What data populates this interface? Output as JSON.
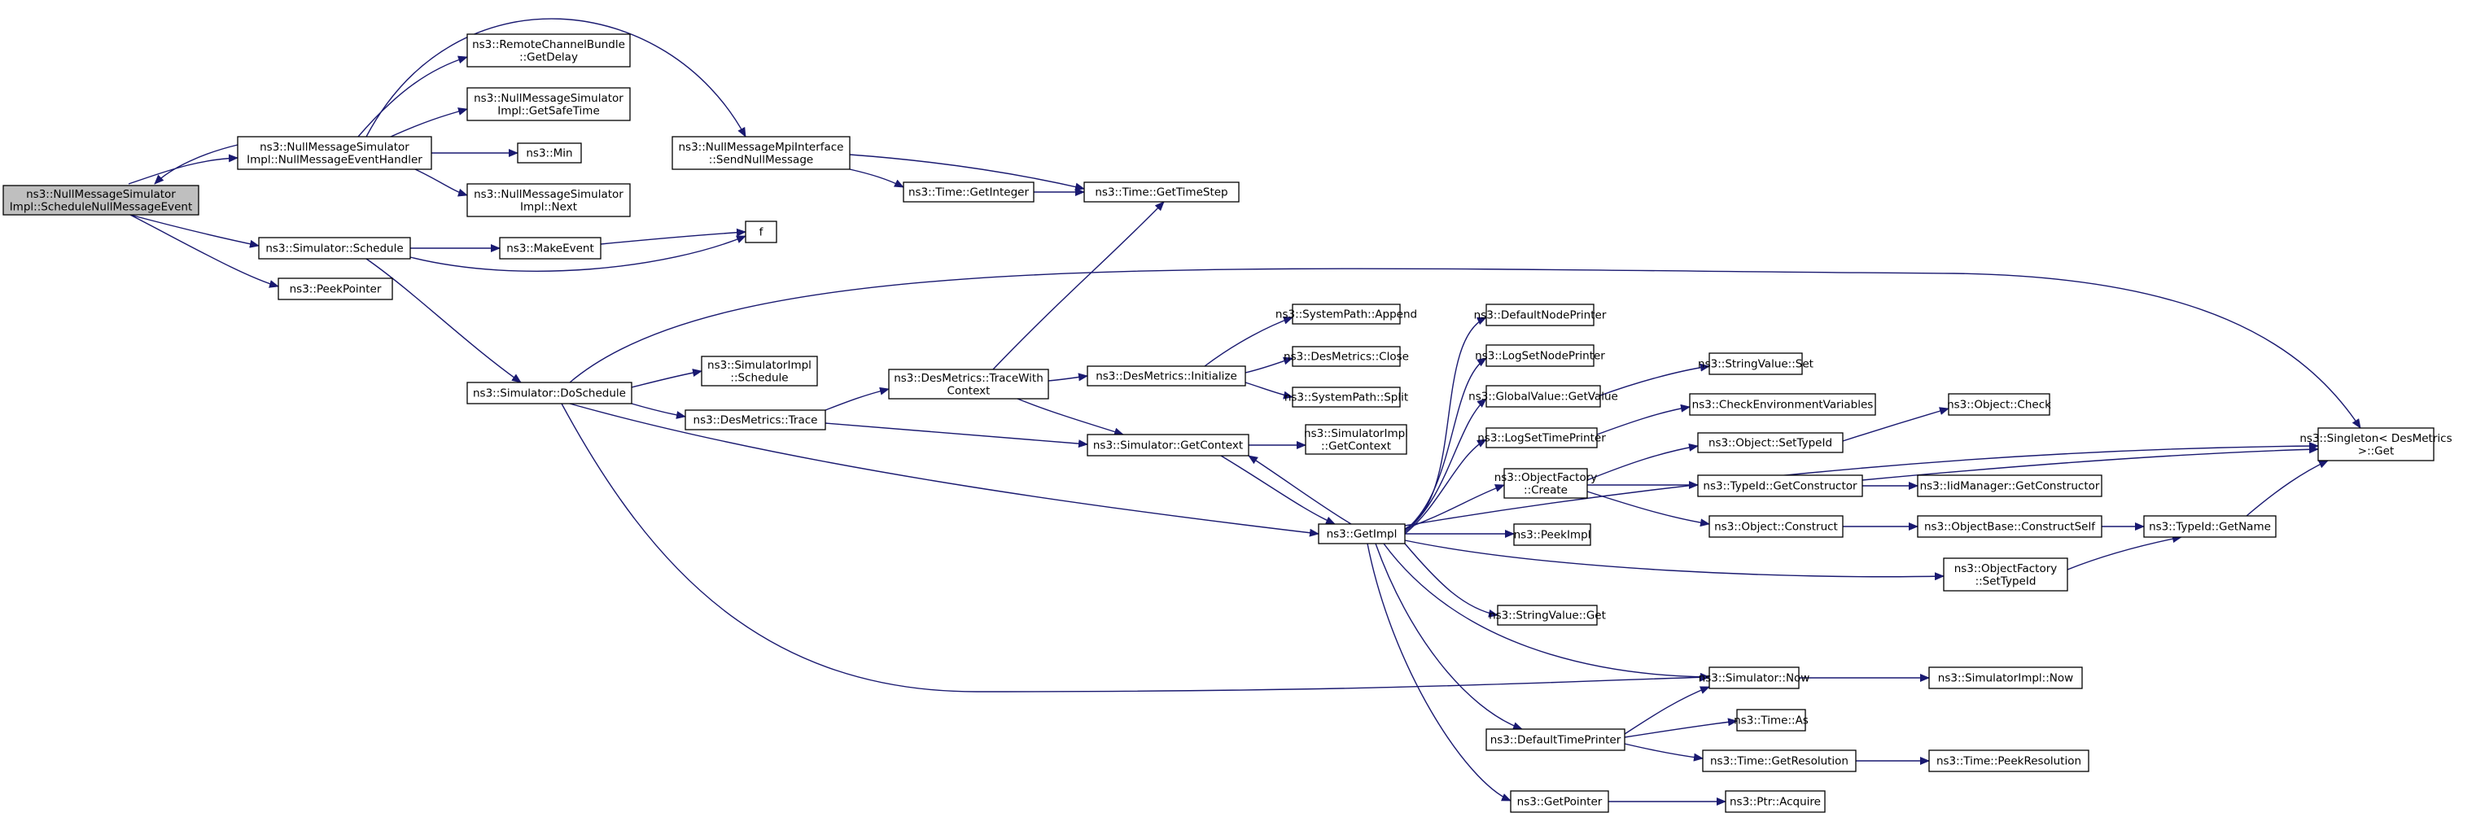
{
  "colors": {
    "edge": "#191970",
    "node_fill": "#ffffff",
    "root_fill": "#bfbfbf",
    "border_default": "#000000",
    "border_truncated": "#ff0000"
  },
  "nodes": [
    {
      "id": "root",
      "lines": [
        "ns3::NullMessageSimulator",
        "Impl::ScheduleNullMessageEvent"
      ],
      "root": true
    },
    {
      "id": "handler",
      "lines": [
        "ns3::NullMessageSimulator",
        "Impl::NullMessageEventHandler"
      ]
    },
    {
      "id": "getdelay",
      "lines": [
        "ns3::RemoteChannelBundle",
        "::GetDelay"
      ]
    },
    {
      "id": "getsafetime",
      "lines": [
        "ns3::NullMessageSimulator",
        "Impl::GetSafeTime"
      ]
    },
    {
      "id": "min",
      "lines": [
        "ns3::Min"
      ]
    },
    {
      "id": "next",
      "lines": [
        "ns3::NullMessageSimulator",
        "Impl::Next"
      ]
    },
    {
      "id": "sendnull",
      "lines": [
        "ns3::NullMessageMpiInterface",
        "::SendNullMessage"
      ]
    },
    {
      "id": "getinteger",
      "lines": [
        "ns3::Time::GetInteger"
      ]
    },
    {
      "id": "gettimestep",
      "lines": [
        "ns3::Time::GetTimeStep"
      ]
    },
    {
      "id": "schedule",
      "lines": [
        "ns3::Simulator::Schedule"
      ]
    },
    {
      "id": "makeevent",
      "lines": [
        "ns3::MakeEvent"
      ]
    },
    {
      "id": "f",
      "lines": [
        "f"
      ]
    },
    {
      "id": "peekpointer",
      "lines": [
        "ns3::PeekPointer"
      ]
    },
    {
      "id": "doschedule",
      "lines": [
        "ns3::Simulator::DoSchedule"
      ]
    },
    {
      "id": "simimplschedule",
      "lines": [
        "ns3::SimulatorImpl",
        "::Schedule"
      ]
    },
    {
      "id": "tracewith",
      "lines": [
        "ns3::DesMetrics::TraceWith",
        "Context"
      ]
    },
    {
      "id": "trace",
      "lines": [
        "ns3::DesMetrics::Trace"
      ]
    },
    {
      "id": "initialize",
      "lines": [
        "ns3::DesMetrics::Initialize"
      ]
    },
    {
      "id": "append",
      "lines": [
        "ns3::SystemPath::Append"
      ]
    },
    {
      "id": "close",
      "lines": [
        "ns3::DesMetrics::Close"
      ]
    },
    {
      "id": "split",
      "lines": [
        "ns3::SystemPath::Split"
      ]
    },
    {
      "id": "getcontext",
      "lines": [
        "ns3::Simulator::GetContext"
      ]
    },
    {
      "id": "simimplgetcontext",
      "lines": [
        "ns3::SimulatorImpl",
        "::GetContext"
      ]
    },
    {
      "id": "getimpl",
      "lines": [
        "ns3::GetImpl"
      ]
    },
    {
      "id": "defaultnodeprinter",
      "lines": [
        "ns3::DefaultNodePrinter"
      ]
    },
    {
      "id": "logsetnodeprinter",
      "lines": [
        "ns3::LogSetNodePrinter"
      ]
    },
    {
      "id": "globalvalueget",
      "lines": [
        "ns3::GlobalValue::GetValue"
      ]
    },
    {
      "id": "stringvalueset",
      "lines": [
        "ns3::StringValue::Set"
      ]
    },
    {
      "id": "checkenv",
      "lines": [
        "ns3::CheckEnvironmentVariables"
      ],
      "truncated": true
    },
    {
      "id": "logsettimeprinter",
      "lines": [
        "ns3::LogSetTimePrinter"
      ]
    },
    {
      "id": "objectfactorycreate",
      "lines": [
        "ns3::ObjectFactory",
        "::Create"
      ]
    },
    {
      "id": "setobjtypeid",
      "lines": [
        "ns3::Object::SetTypeId"
      ]
    },
    {
      "id": "objectcheck",
      "lines": [
        "ns3::Object::Check"
      ],
      "truncated": true
    },
    {
      "id": "typeidgetconstructor",
      "lines": [
        "ns3::TypeId::GetConstructor"
      ]
    },
    {
      "id": "iidmanagergetconstructor",
      "lines": [
        "ns3::IidManager::GetConstructor"
      ],
      "truncated": true
    },
    {
      "id": "objectconstruct",
      "lines": [
        "ns3::Object::Construct"
      ]
    },
    {
      "id": "constructself",
      "lines": [
        "ns3::ObjectBase::ConstructSelf"
      ],
      "truncated": true
    },
    {
      "id": "typeidgetname",
      "lines": [
        "ns3::TypeId::GetName"
      ],
      "truncated": true
    },
    {
      "id": "singletonget",
      "lines": [
        "ns3::Singleton< DesMetrics",
        " >::Get"
      ]
    },
    {
      "id": "peekimpl",
      "lines": [
        "ns3::PeekImpl"
      ]
    },
    {
      "id": "factorysettypeid",
      "lines": [
        "ns3::ObjectFactory",
        "::SetTypeId"
      ]
    },
    {
      "id": "stringvalueget",
      "lines": [
        "ns3::StringValue::Get"
      ]
    },
    {
      "id": "simulatornow",
      "lines": [
        "ns3::Simulator::Now"
      ]
    },
    {
      "id": "simimplnow",
      "lines": [
        "ns3::SimulatorImpl::Now"
      ]
    },
    {
      "id": "timeas",
      "lines": [
        "ns3::Time::As"
      ]
    },
    {
      "id": "defaulttimeprinter",
      "lines": [
        "ns3::DefaultTimePrinter"
      ]
    },
    {
      "id": "getresolution",
      "lines": [
        "ns3::Time::GetResolution"
      ]
    },
    {
      "id": "peekresolution",
      "lines": [
        "ns3::Time::PeekResolution"
      ],
      "truncated": true
    },
    {
      "id": "getpointer",
      "lines": [
        "ns3::GetPointer"
      ]
    },
    {
      "id": "ptracquire",
      "lines": [
        "ns3::Ptr::Acquire"
      ]
    }
  ],
  "edges": [
    [
      "root",
      "handler"
    ],
    [
      "root",
      "schedule"
    ],
    [
      "root",
      "peekpointer"
    ],
    [
      "handler",
      "root"
    ],
    [
      "handler",
      "getdelay"
    ],
    [
      "handler",
      "getsafetime"
    ],
    [
      "handler",
      "min"
    ],
    [
      "handler",
      "next"
    ],
    [
      "handler",
      "sendnull"
    ],
    [
      "sendnull",
      "getinteger"
    ],
    [
      "sendnull",
      "gettimestep"
    ],
    [
      "getinteger",
      "gettimestep"
    ],
    [
      "schedule",
      "makeevent"
    ],
    [
      "schedule",
      "f"
    ],
    [
      "schedule",
      "doschedule"
    ],
    [
      "makeevent",
      "f"
    ],
    [
      "doschedule",
      "simimplschedule"
    ],
    [
      "doschedule",
      "trace"
    ],
    [
      "doschedule",
      "singletonget"
    ],
    [
      "doschedule",
      "getimpl"
    ],
    [
      "doschedule",
      "simulatornow"
    ],
    [
      "trace",
      "tracewith"
    ],
    [
      "trace",
      "getcontext"
    ],
    [
      "tracewith",
      "gettimestep"
    ],
    [
      "tracewith",
      "initialize"
    ],
    [
      "tracewith",
      "getcontext"
    ],
    [
      "initialize",
      "append"
    ],
    [
      "initialize",
      "close"
    ],
    [
      "initialize",
      "split"
    ],
    [
      "getcontext",
      "simimplgetcontext"
    ],
    [
      "getcontext",
      "getimpl"
    ],
    [
      "getimpl",
      "getcontext"
    ],
    [
      "getimpl",
      "defaultnodeprinter"
    ],
    [
      "getimpl",
      "logsetnodeprinter"
    ],
    [
      "getimpl",
      "globalvalueget"
    ],
    [
      "getimpl",
      "logsettimeprinter"
    ],
    [
      "getimpl",
      "objectfactorycreate"
    ],
    [
      "getimpl",
      "peekimpl"
    ],
    [
      "getimpl",
      "factorysettypeid"
    ],
    [
      "getimpl",
      "stringvalueget"
    ],
    [
      "getimpl",
      "simulatornow"
    ],
    [
      "getimpl",
      "defaulttimeprinter"
    ],
    [
      "getimpl",
      "getpointer"
    ],
    [
      "getimpl",
      "singletonget"
    ],
    [
      "globalvalueget",
      "stringvalueset"
    ],
    [
      "logsettimeprinter",
      "checkenv"
    ],
    [
      "objectfactorycreate",
      "setobjtypeid"
    ],
    [
      "objectfactorycreate",
      "typeidgetconstructor"
    ],
    [
      "objectfactorycreate",
      "objectconstruct"
    ],
    [
      "setobjtypeid",
      "objectcheck"
    ],
    [
      "typeidgetconstructor",
      "iidmanagergetconstructor"
    ],
    [
      "typeidgetconstructor",
      "singletonget"
    ],
    [
      "objectconstruct",
      "constructself"
    ],
    [
      "constructself",
      "typeidgetname"
    ],
    [
      "typeidgetname",
      "singletonget"
    ],
    [
      "factorysettypeid",
      "typeidgetname"
    ],
    [
      "simulatornow",
      "simimplnow"
    ],
    [
      "defaulttimeprinter",
      "simulatornow"
    ],
    [
      "defaulttimeprinter",
      "timeas"
    ],
    [
      "defaulttimeprinter",
      "getresolution"
    ],
    [
      "getresolution",
      "peekresolution"
    ],
    [
      "getpointer",
      "ptracquire"
    ]
  ]
}
